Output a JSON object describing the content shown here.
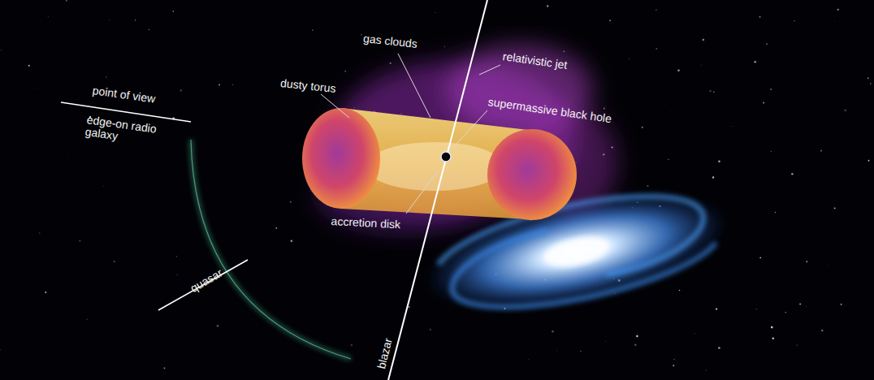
{
  "diagram": {
    "labels": [
      "point of view",
      "edge-on radio galaxy",
      "quasar",
      "blazar",
      "dusty torus",
      "gas clouds",
      "relativistic jet",
      "supermassive black hole",
      "accretion disk"
    ]
  }
}
